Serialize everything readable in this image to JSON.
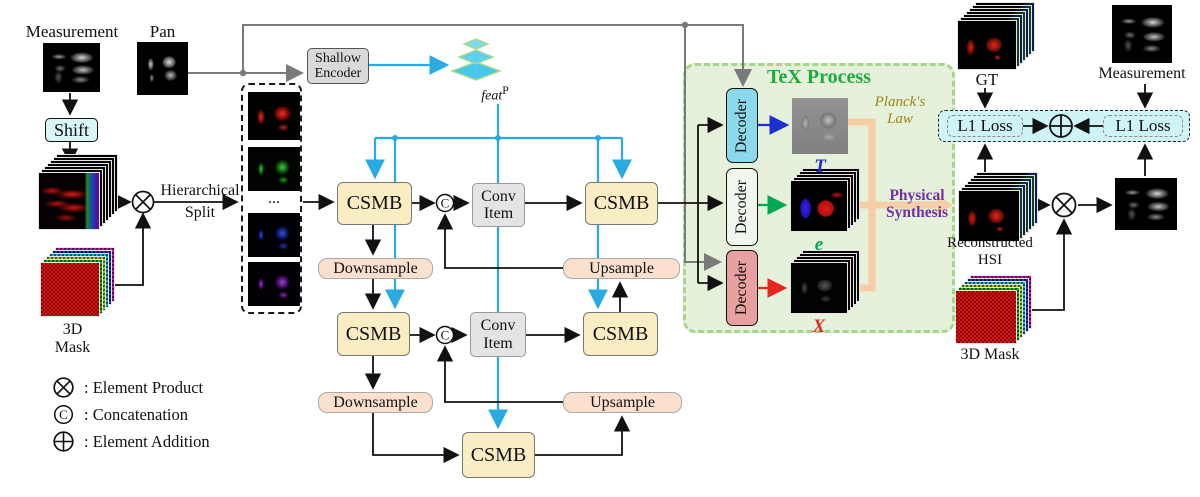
{
  "pipeline": {
    "measurement_label": "Measurement",
    "pan_label": "Pan",
    "shift_label": "Shift",
    "hierarchical_line1": "Hierarchical",
    "hierarchical_line2": "Split",
    "mask3d_line1": "3D",
    "mask3d_line2": "Mask",
    "channel_dots": "...",
    "shallow_line1": "Shallow",
    "shallow_line2": "Encoder",
    "feat_label": "feat",
    "feat_sup": "P",
    "csmb_label": "CSMB",
    "conv_line1": "Conv",
    "conv_line2": "Item",
    "downsample_label": "Downsample",
    "upsample_label": "Upsample"
  },
  "tex": {
    "title": "TeX Process",
    "decoder_label": "Decoder",
    "planck_line1": "Planck's",
    "planck_line2": "Law",
    "physical_line1": "Physical",
    "physical_line2": "Synthesis",
    "t_label": "T",
    "e_label": "e",
    "x_label": "X"
  },
  "outputs": {
    "gt_label": "GT",
    "measurement_label": "Measurement",
    "l1_loss_label": "L1 Loss",
    "reconstructed_line1": "Reconstructed",
    "reconstructed_line2": "HSI",
    "mask3d_label": "3D Mask"
  },
  "legend": {
    "concat_glyph": "C",
    "product_label": ": Element Product",
    "concat_label": ": Concatenation",
    "addition_label": ": Element Addition"
  },
  "colors": {
    "cyan_line": "#29abe2",
    "gray_line": "#7a7a7a",
    "tex_green": "#1cab3c",
    "tex_fill": "#e6f1dc",
    "planck_olive": "#9c8412",
    "physical_purple": "#7030a0",
    "t_blue": "#2030d0",
    "e_green": "#00a651",
    "x_red": "#e8251f",
    "csmb_fill": "#faedc4",
    "sample_fill": "#fae0cd",
    "decoder_cyan": "#8bd9ea",
    "decoder_red": "#e9a0a0",
    "loss_fill": "#cef4f6",
    "shift_fill": "#d8f6f6",
    "peach": "#f6cda4"
  }
}
